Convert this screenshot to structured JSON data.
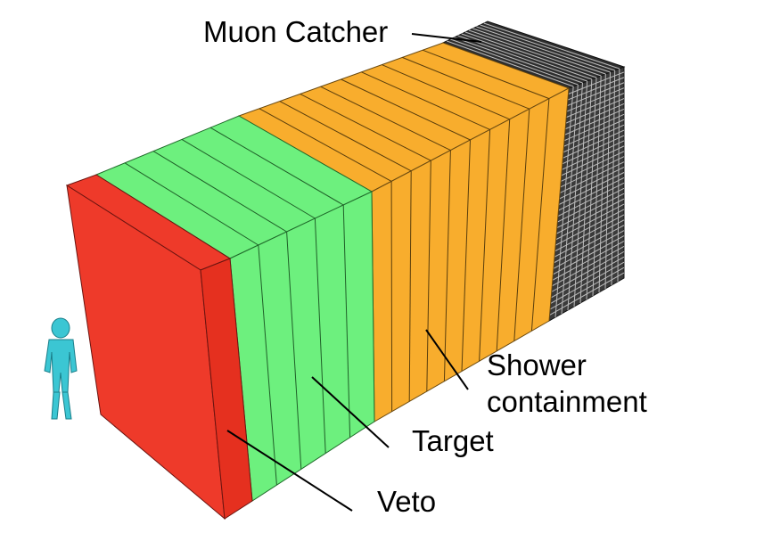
{
  "labels": {
    "muon_catcher": "Muon Catcher",
    "shower_line1": "Shower",
    "shower_line2": "containment",
    "target": "Target",
    "veto": "Veto"
  },
  "colors": {
    "veto": "#ee3a2a",
    "target": "#6df07e",
    "shower": "#f8ad2d",
    "muon_catcher": "#3a3a3a",
    "human_figure": "#3bc6d3"
  },
  "icons": {
    "human": "human-figure-icon"
  }
}
